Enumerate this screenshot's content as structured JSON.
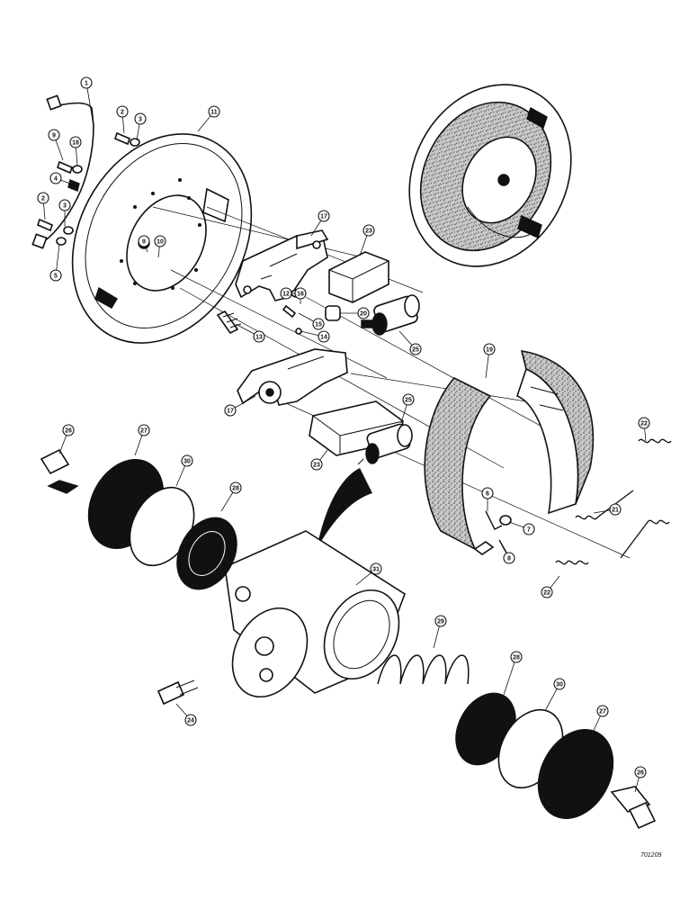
{
  "figure": {
    "reference_code": "701209"
  },
  "callouts": [
    {
      "id": "c1",
      "label": "1"
    },
    {
      "id": "c2a",
      "label": "2"
    },
    {
      "id": "c3a",
      "label": "3"
    },
    {
      "id": "c9a",
      "label": "9"
    },
    {
      "id": "c18",
      "label": "18"
    },
    {
      "id": "c4",
      "label": "4"
    },
    {
      "id": "c2b",
      "label": "2"
    },
    {
      "id": "c3b",
      "label": "3"
    },
    {
      "id": "c5",
      "label": "5"
    },
    {
      "id": "c11",
      "label": "11"
    },
    {
      "id": "c9b",
      "label": "9"
    },
    {
      "id": "c10",
      "label": "10"
    },
    {
      "id": "c17a",
      "label": "17"
    },
    {
      "id": "c23a",
      "label": "23"
    },
    {
      "id": "c12",
      "label": "12"
    },
    {
      "id": "c16",
      "label": "16"
    },
    {
      "id": "c15",
      "label": "15"
    },
    {
      "id": "c20",
      "label": "20"
    },
    {
      "id": "c14",
      "label": "14"
    },
    {
      "id": "c13",
      "label": "13"
    },
    {
      "id": "c25a",
      "label": "25"
    },
    {
      "id": "c19",
      "label": "19"
    },
    {
      "id": "c17b",
      "label": "17"
    },
    {
      "id": "c25b",
      "label": "25"
    },
    {
      "id": "c23b",
      "label": "23"
    },
    {
      "id": "c22a",
      "label": "22"
    },
    {
      "id": "c21",
      "label": "21"
    },
    {
      "id": "c6",
      "label": "6"
    },
    {
      "id": "c7",
      "label": "7"
    },
    {
      "id": "c8",
      "label": "8"
    },
    {
      "id": "c22b",
      "label": "22"
    },
    {
      "id": "c26a",
      "label": "26"
    },
    {
      "id": "c27a",
      "label": "27"
    },
    {
      "id": "c30a",
      "label": "30"
    },
    {
      "id": "c28a",
      "label": "28"
    },
    {
      "id": "c31",
      "label": "31"
    },
    {
      "id": "c29",
      "label": "29"
    },
    {
      "id": "c24",
      "label": "24"
    },
    {
      "id": "c28b",
      "label": "28"
    },
    {
      "id": "c30b",
      "label": "30"
    },
    {
      "id": "c27b",
      "label": "27"
    },
    {
      "id": "c26b",
      "label": "26"
    }
  ]
}
